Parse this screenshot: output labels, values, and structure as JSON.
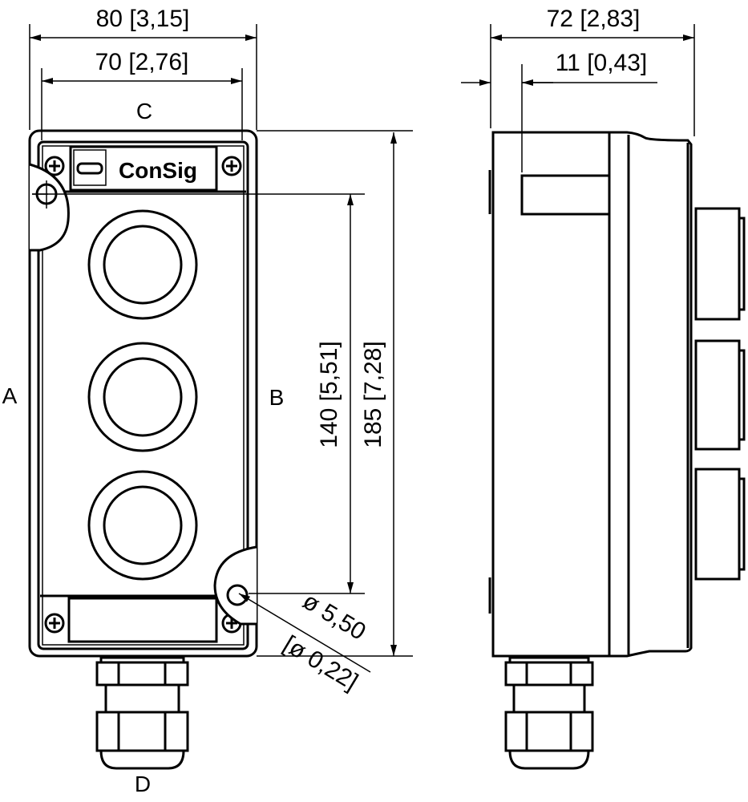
{
  "drawing": {
    "front_view": {
      "logo_text": "ConSig",
      "labels": {
        "left": "A",
        "right": "B",
        "top": "C",
        "bottom": "D"
      },
      "button_count": 3
    },
    "dimensions": {
      "width_overall": "80 [3,15]",
      "width_inner": "70 [2,76]",
      "height_holes": "140 [5,51]",
      "height_overall": "185 [7,28]",
      "hole_diameter_mm": "ø 5,50",
      "hole_diameter_in": "[ø 0,22]",
      "depth_overall": "72 [2,83]",
      "lid_offset": "11 [0,43]"
    },
    "colors": {
      "line": "#000000",
      "background": "#ffffff"
    }
  }
}
